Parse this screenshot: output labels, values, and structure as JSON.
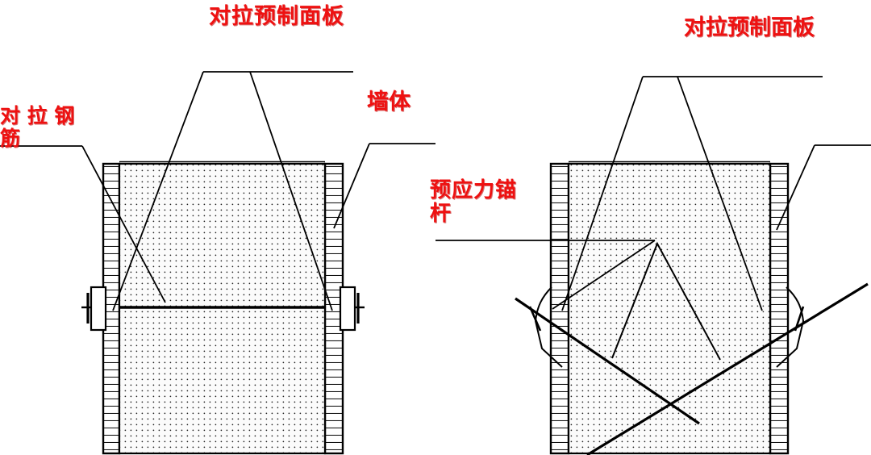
{
  "figure": {
    "type": "engineering-cross-section-diagram",
    "description": "Two wall cross-section construction details with precast facing panels",
    "colors": {
      "label_red": "#ee1111",
      "line_black": "#000000",
      "wall_fill": "#fafafa",
      "panel_fill": "#ffffff",
      "background": "#ffffff"
    }
  },
  "labels": {
    "left_panel_title": "对拉预制面板",
    "left_tie_bar": "对 拉 钢\n筋",
    "left_wall": "墙体",
    "right_panel_title": "对拉预制面板",
    "right_anchor": "预应力锚\n杆"
  },
  "left_diagram": {
    "name": "tie-bar-wall-section",
    "parts": [
      {
        "id": "wall-core",
        "label": "墙体",
        "fill": "dotted-concrete"
      },
      {
        "id": "left-precast-panel",
        "label": "对拉预制面板",
        "fill": "horizontal-hatch"
      },
      {
        "id": "right-precast-panel",
        "label": "对拉预制面板",
        "fill": "horizontal-hatch"
      },
      {
        "id": "tie-bar",
        "label": "对 拉 钢筋"
      },
      {
        "id": "left-anchor-plate",
        "label": "anchor-plate"
      },
      {
        "id": "right-anchor-plate",
        "label": "anchor-plate"
      }
    ]
  },
  "right_diagram": {
    "name": "prestressed-anchor-wall-section",
    "parts": [
      {
        "id": "wall-core",
        "label": "墙体",
        "fill": "dotted-concrete"
      },
      {
        "id": "left-precast-panel",
        "label": "对拉预制面板",
        "fill": "horizontal-hatch"
      },
      {
        "id": "right-precast-panel",
        "label": "对拉预制面板",
        "fill": "horizontal-hatch"
      },
      {
        "id": "prestressed-anchor-rod-a",
        "label": "预应力锚杆"
      },
      {
        "id": "prestressed-anchor-rod-b",
        "label": "预应力锚杆"
      },
      {
        "id": "inner-v-reinforcement",
        "label": "inner-v-bar"
      },
      {
        "id": "left-anchor-bracket",
        "label": "anchor-bracket"
      },
      {
        "id": "right-anchor-bracket",
        "label": "anchor-bracket"
      }
    ]
  }
}
